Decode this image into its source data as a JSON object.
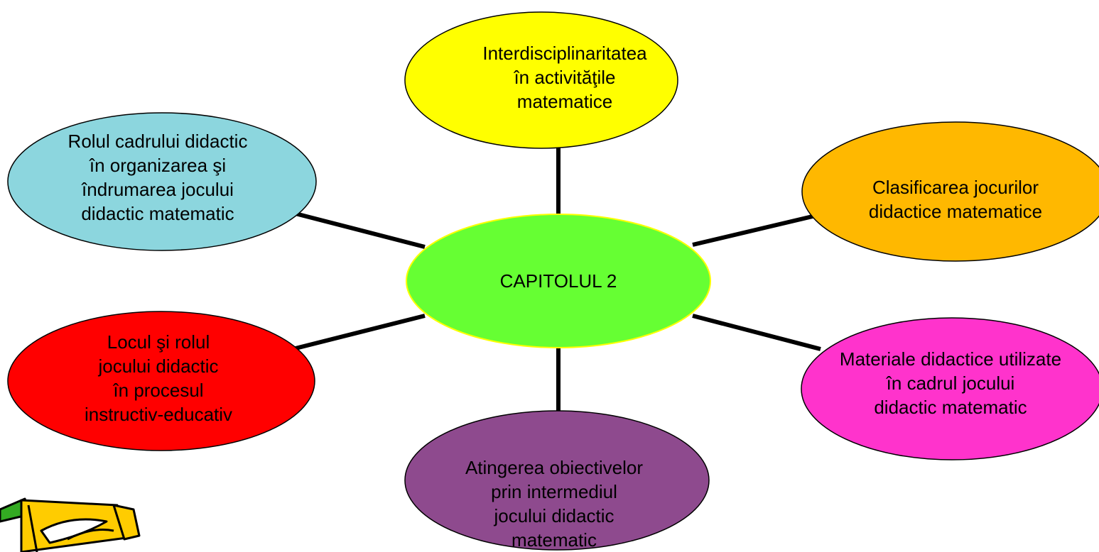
{
  "center": {
    "lines": [
      "CAPITOLUL 2"
    ],
    "fill": "#66ff33",
    "stroke": "#ffff00"
  },
  "nodes": [
    {
      "id": "interdisciplinaritatea",
      "lines": [
        "Interdisciplinaritatea",
        "în activităţile",
        "matematice"
      ],
      "fill": "#ffff00"
    },
    {
      "id": "clasificarea",
      "lines": [
        "Clasificarea jocurilor",
        "didactice matematice"
      ],
      "fill": "#ffb800"
    },
    {
      "id": "materiale",
      "lines": [
        "Materiale didactice utilizate",
        "în cadrul jocului",
        "didactic matematic"
      ],
      "fill": "#ff33cc"
    },
    {
      "id": "atingerea",
      "lines": [
        "Atingerea obiectivelor",
        "prin intermediul",
        "jocului didactic",
        "matematic"
      ],
      "fill": "#8e4a8e"
    },
    {
      "id": "locul",
      "lines": [
        "Locul şi rolul",
        "jocului didactic",
        "în procesul",
        "instructiv-educativ"
      ],
      "fill": "#ff0000"
    },
    {
      "id": "rolul",
      "lines": [
        "Rolul cadrului didactic",
        "în organizarea şi",
        "îndrumarea jocului",
        "didactic matematic"
      ],
      "fill": "#8cd6de"
    }
  ],
  "colors": {
    "connector": "#000000",
    "outline": "#000000"
  },
  "decoration": {
    "icon": "pencil-clipart-icon"
  }
}
